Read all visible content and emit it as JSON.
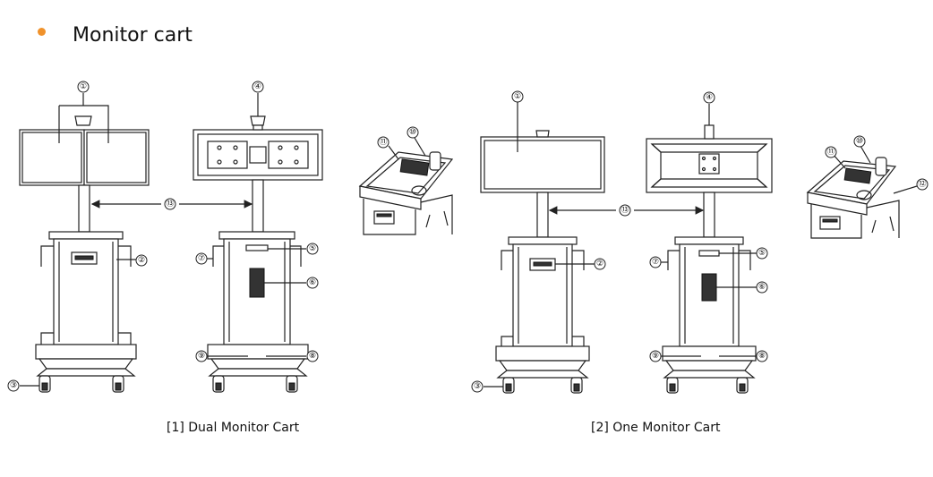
{
  "heading": {
    "title": "Monitor cart",
    "bullet_color": "#F0922B"
  },
  "figures": [
    {
      "caption": "[1] Dual Monitor Cart"
    },
    {
      "caption": "[2] One Monitor Cart"
    }
  ],
  "callouts": {
    "c1": "①",
    "c2": "②",
    "c3": "③",
    "c4": "④",
    "c5": "⑤",
    "c6": "⑥",
    "c7": "⑦",
    "c8": "⑧",
    "c9": "⑨",
    "c10": "⑩",
    "c11": "⑪",
    "c12": "⑫",
    "c13": "⑬"
  }
}
